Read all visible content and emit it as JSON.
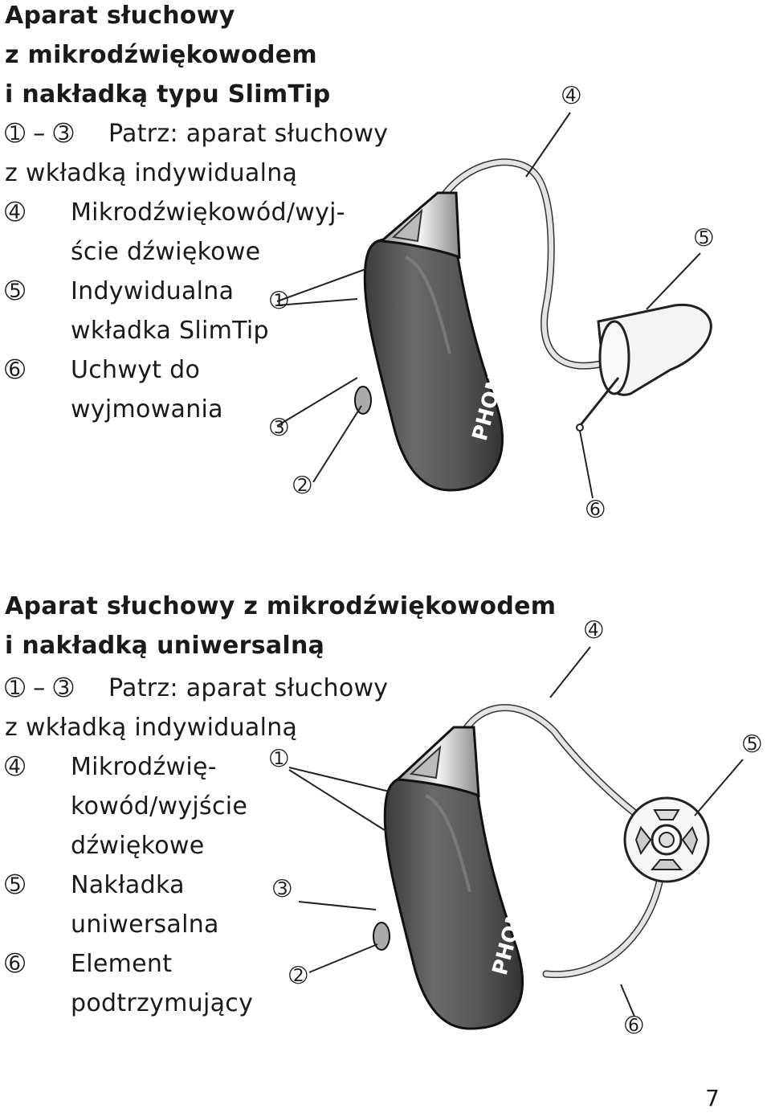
{
  "section1": {
    "title_lines": [
      "Aparat słuchowy",
      "z mikrodźwiękowodem",
      "i nakładką typu SlimTip"
    ],
    "ref_marker": "➀ – ➂",
    "ref_text": "Patrz: aparat słuchowy",
    "ref_text2": "z wkładką indywidualną",
    "items": [
      {
        "marker": "➃",
        "lines": [
          "Mikrodźwiękowód/wyj-",
          "ście dźwiękowe"
        ]
      },
      {
        "marker": "➄",
        "lines": [
          "Indywidualna",
          "wkładka SlimTip"
        ]
      },
      {
        "marker": "➅",
        "lines": [
          "Uchwyt do",
          "wyjmowania"
        ]
      }
    ],
    "callouts": {
      "c1": "➀",
      "c2": "➁",
      "c3": "➂",
      "c4": "➃",
      "c5": "➄",
      "c6": "➅"
    },
    "brand": "PHONAK"
  },
  "section2": {
    "title_lines": [
      "Aparat słuchowy z mikrodźwiękowodem",
      "i nakładką uniwersalną"
    ],
    "ref_marker": "➀ – ➂",
    "ref_text": "Patrz: aparat słuchowy",
    "ref_text2": "z wkładką indywidualną",
    "items": [
      {
        "marker": "➃",
        "lines": [
          "Mikrodźwię-",
          "kowód/wyjście",
          "dźwiękowe"
        ]
      },
      {
        "marker": "➄",
        "lines": [
          "Nakładka",
          "uniwersalna"
        ]
      },
      {
        "marker": "➅",
        "lines": [
          "Element",
          "podtrzymujący"
        ]
      }
    ],
    "callouts": {
      "c1": "➀",
      "c2": "➁",
      "c3": "➂",
      "c4": "➃",
      "c5": "➄",
      "c6": "➅"
    },
    "brand": "PHONAK"
  },
  "page_number": "7",
  "colors": {
    "device_body": "#5a5a5a",
    "device_edge": "#222222",
    "tube": "#d8d8d8",
    "ink": "#1a1a1a"
  }
}
